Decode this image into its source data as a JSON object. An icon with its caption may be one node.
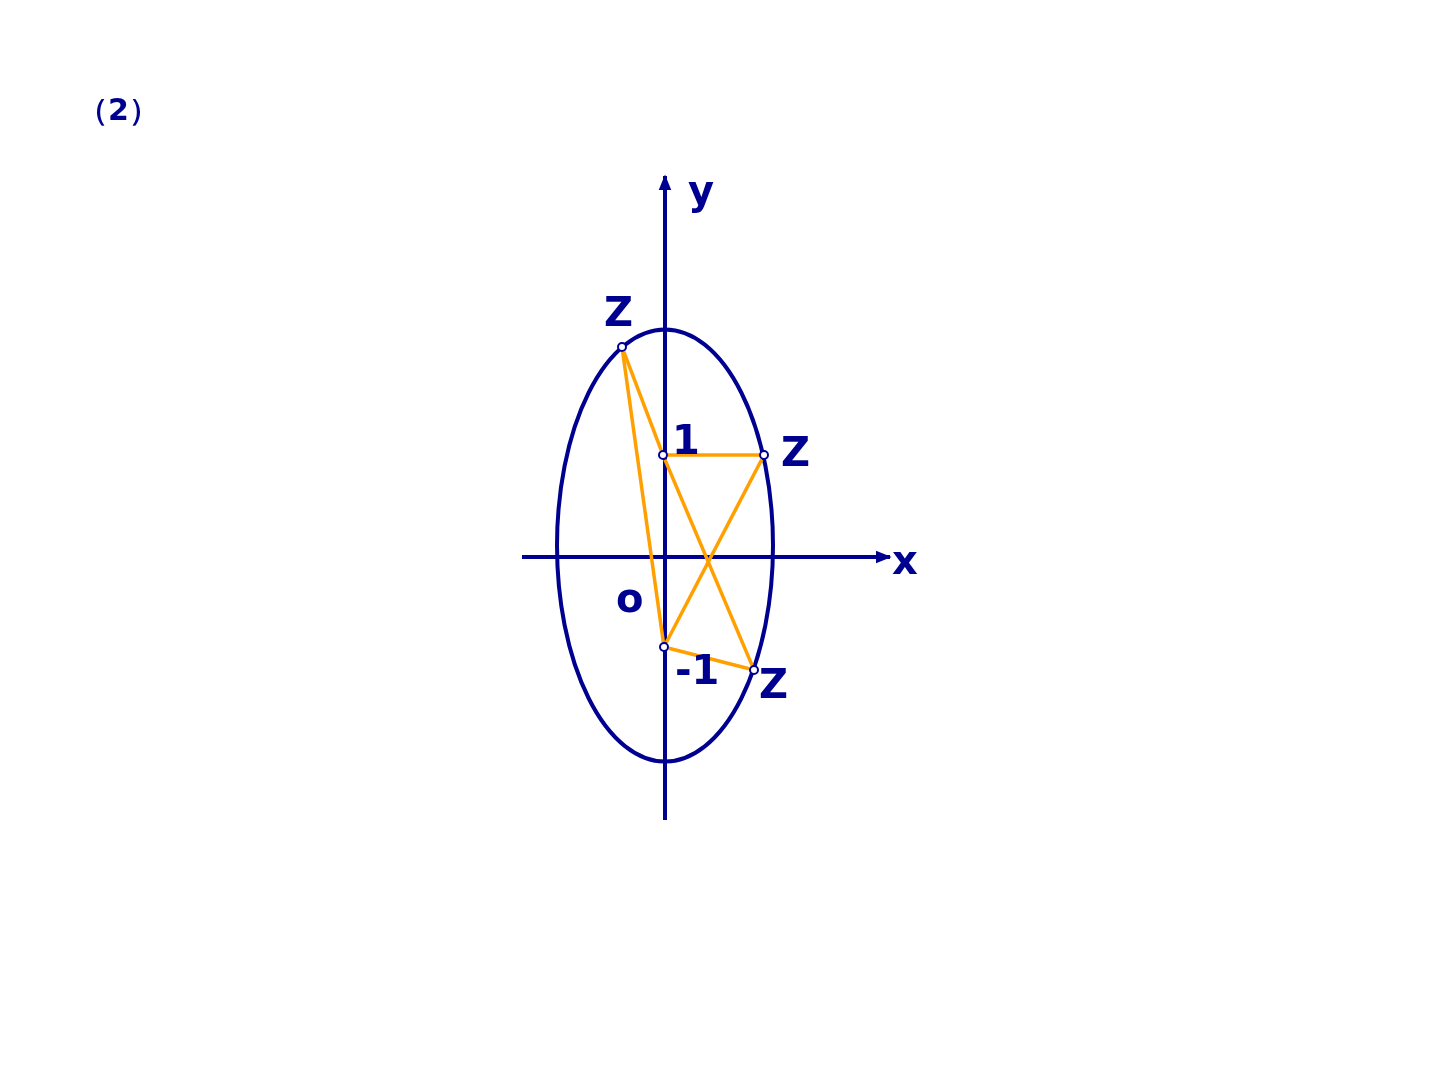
{
  "diagram": {
    "title": "（2）",
    "nodes": [
      {
        "text": [
          "Z"
        ]
      },
      {
        "text": [
          "1"
        ]
      },
      {
        "text": [
          "Z"
        ]
      },
      {
        "text": [
          "-1"
        ]
      },
      {
        "text": [
          "Z"
        ]
      }
    ],
    "edges": [
      {
        "from": 0,
        "to": 1,
        "arrow": "none"
      },
      {
        "from": 0,
        "to": 3,
        "arrow": "none"
      },
      {
        "from": 2,
        "to": 1,
        "arrow": "none"
      },
      {
        "from": 2,
        "to": 3,
        "arrow": "none"
      },
      {
        "from": 4,
        "to": 3,
        "arrow": "none"
      },
      {
        "from": 4,
        "to": 1,
        "arrow": "none"
      }
    ],
    "labels": [
      "y",
      "x",
      "o"
    ]
  }
}
